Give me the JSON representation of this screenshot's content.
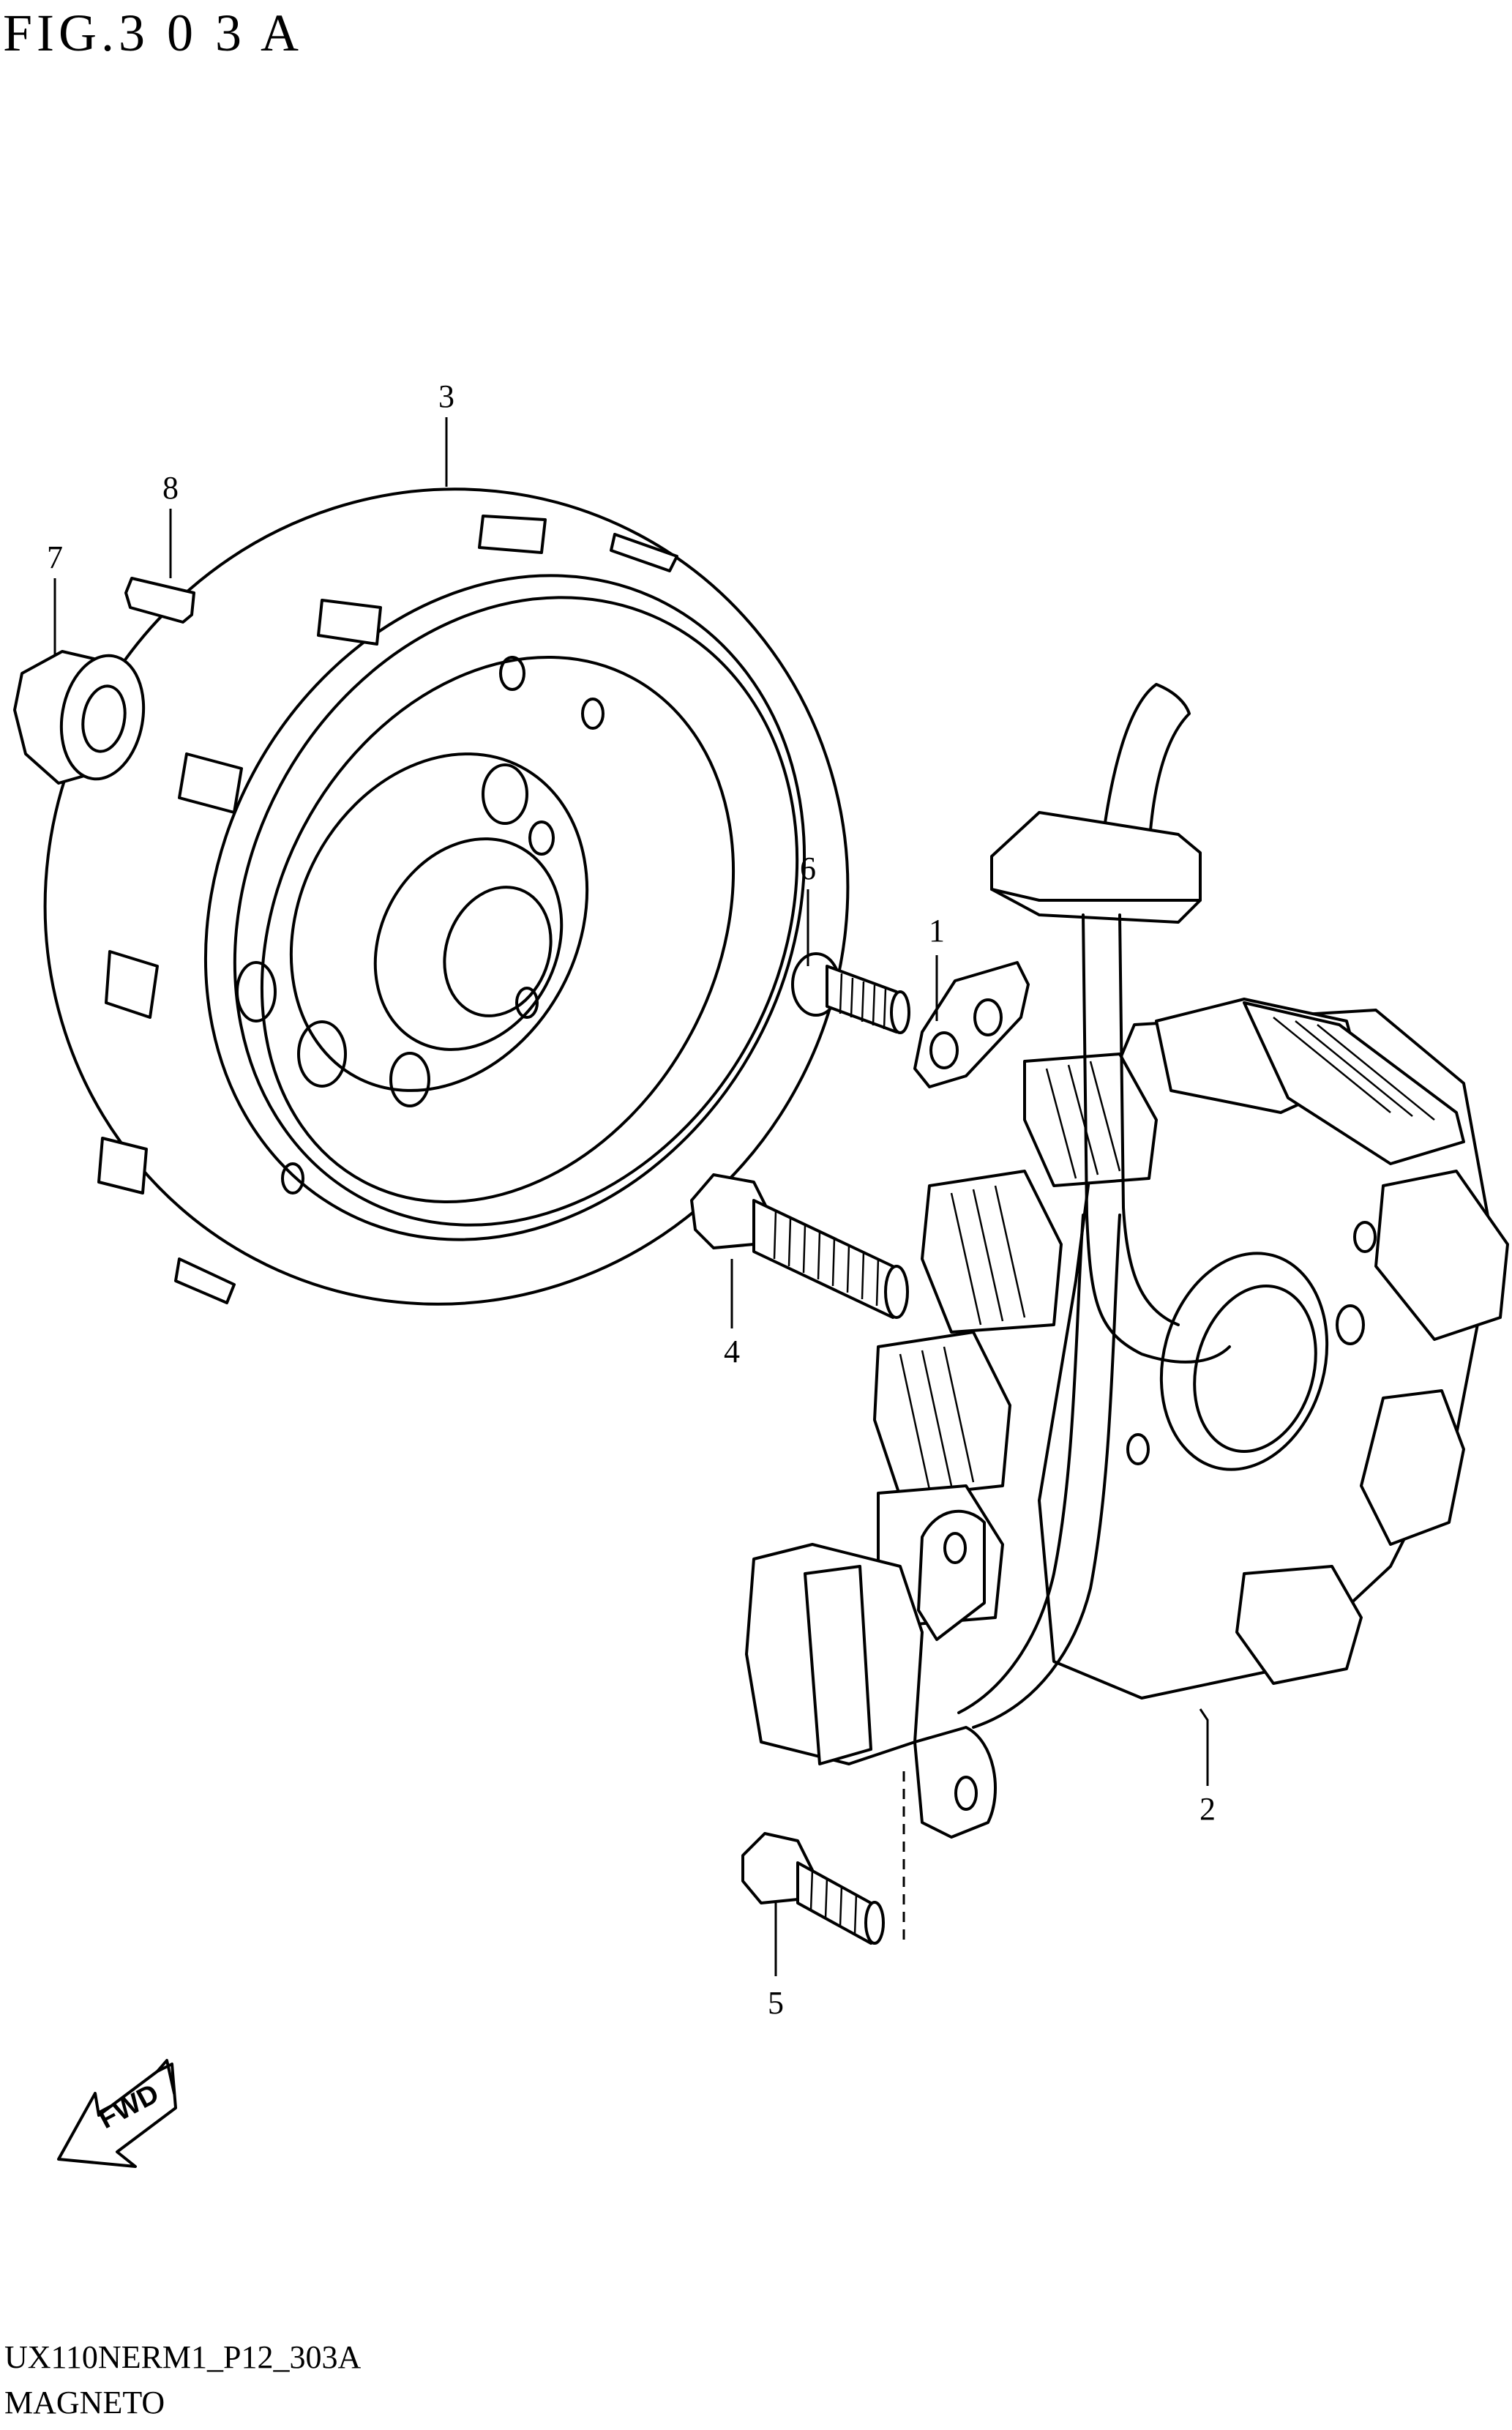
{
  "figure": {
    "title": "FIG.3 0 3 A",
    "code": "UX110NERM1_P12_303A",
    "section": "MAGNETO"
  },
  "callouts": [
    {
      "id": "1",
      "label": "1"
    },
    {
      "id": "2",
      "label": "2"
    },
    {
      "id": "3",
      "label": "3"
    },
    {
      "id": "4",
      "label": "4"
    },
    {
      "id": "5",
      "label": "5"
    },
    {
      "id": "6",
      "label": "6"
    },
    {
      "id": "7",
      "label": "7"
    },
    {
      "id": "8",
      "label": "8"
    }
  ],
  "fwd_arrow": {
    "label": "FWD",
    "icon": "fwd-arrow-icon"
  }
}
